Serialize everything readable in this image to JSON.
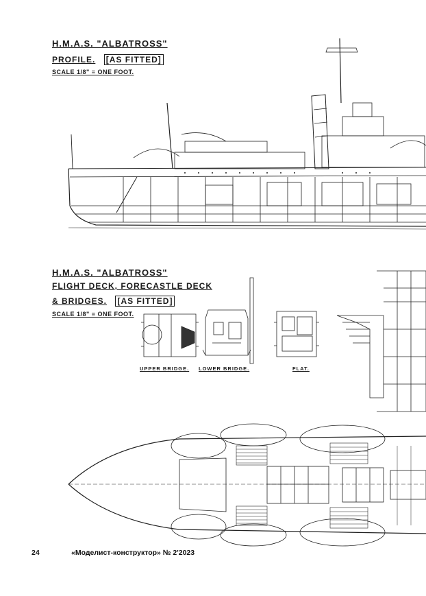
{
  "profile": {
    "ship": "H.M.A.S. \"ALBATROSS\"",
    "subtitle": "PROFILE.",
    "note": "[AS FITTED]",
    "scale": "SCALE 1/8\" = ONE FOOT."
  },
  "decks": {
    "ship": "H.M.A.S. \"ALBATROSS\"",
    "line1": "FLIGHT DECK, FORECASTLE DECK",
    "line2": "& BRIDGES.",
    "note": "[AS FITTED]",
    "scale": "SCALE 1/8\" = ONE FOOT.",
    "captions": [
      "UPPER BRIDGE.",
      "LOWER BRIDGE.",
      "FLAT."
    ]
  },
  "footer": {
    "page_number": "24",
    "magazine": "«Моделист-конструктор» № 2'2023"
  }
}
